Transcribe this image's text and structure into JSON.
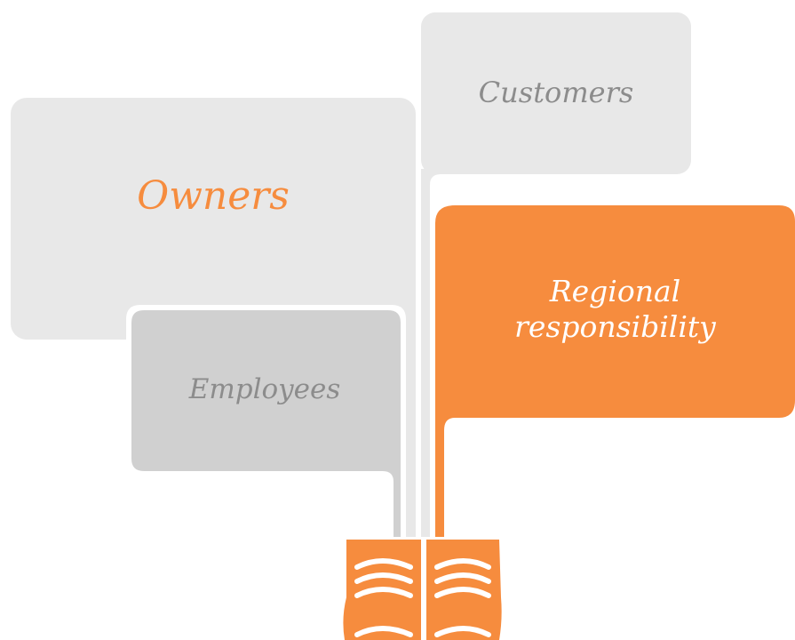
{
  "labels": {
    "owners": "Owners",
    "customers": "Customers",
    "regional_line1": "Regional",
    "regional_line2": "responsibility",
    "employees": "Employees"
  },
  "icons": {
    "book": "open-book-icon"
  },
  "colors": {
    "orange": "#f68c3e",
    "light_gray": "#e8e8e8",
    "mid_gray": "#d0d0d0",
    "text_gray": "#8c8c8c",
    "white": "#ffffff"
  }
}
